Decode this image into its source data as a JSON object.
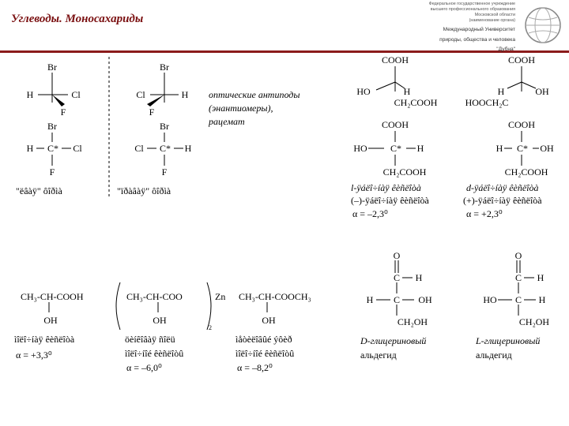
{
  "title": "Углеводы. Моносахариды",
  "header": {
    "institute_lines": [
      "Федеральное государственное учреждение",
      "высшего профессионального образования",
      "Московской области",
      "(наименование органа)"
    ],
    "university_lines": [
      "Международный Университет",
      "природы, общества и человека",
      "\"Дубна\""
    ]
  },
  "enantiomers_note": {
    "lines": [
      "оптические антиподы",
      "(энантиомеры),",
      "рацемат"
    ]
  },
  "top_left": {
    "atoms": {
      "br": "Br",
      "h": "H",
      "cl": "Cl",
      "f": "F",
      "c_star": "C*"
    },
    "left_caption": "\"ëâàÿ\" ôîðìà",
    "right_caption": "\"ïðàâàÿ\" ôîðìà"
  },
  "tartaric": {
    "cooh": "COOH",
    "ho": "HO",
    "h": "H",
    "oh": "OH",
    "c_star": "C*",
    "ch2cooh_left": "CH₂COOH",
    "ch2cooh_right": "HOOCH₂C",
    "ch2cooh": "CH₂COOH",
    "left_lines": [
      "l-ÿáëî÷íàÿ êèñëîòà",
      "(–)-ÿáëî÷íàÿ êèñëîòà",
      "α = –2,3⁰"
    ],
    "right_lines": [
      "d-ÿáëî÷íàÿ êèñëîòà",
      "(+)-ÿáëî÷íàÿ êèñëîòà",
      "α = +2,3⁰"
    ]
  },
  "lactic": {
    "formula1": "CH₃-CH-COOH",
    "oh": "OH",
    "formula2": "CH₃-CH-COO",
    "zn": "Zn",
    "sub2": "2",
    "formula3": "CH₃-CH-COOCH₃",
    "desc1_lines": [
      "ìîëî÷íàÿ êèñëîòà",
      "α = +3,3⁰"
    ],
    "desc2_lines": [
      "öèíêîâàÿ ñîëü",
      "ìîëî÷íîé êèñëîòû",
      "α = –6,0⁰"
    ],
    "desc3_lines": [
      "ìåòèëîâûé ýôèð",
      "ìîëî÷íîé êèñëîòû",
      "α = –8,2⁰"
    ]
  },
  "glyceraldehyde": {
    "o": "O",
    "c": "C",
    "h": "H",
    "oh": "OH",
    "ho": "HO",
    "ch2oh": "CH₂OH",
    "d_label": [
      "D-глицериновый",
      "альдегид"
    ],
    "l_label": [
      "L-глицериновый",
      "альдегид"
    ]
  },
  "colors": {
    "title": "#7a0f10",
    "rule": "#8b1b1b"
  }
}
